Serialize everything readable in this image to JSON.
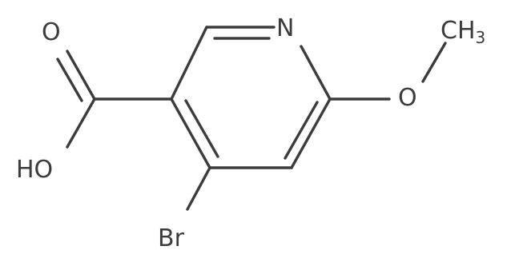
{
  "molecule": {
    "atoms": {
      "nitrogen": "N",
      "methyl_c": "CH",
      "methyl_sub": "3",
      "methoxy_o": "O",
      "carbonyl_o": "O",
      "hydroxyl": "HO",
      "bromine": "Br"
    },
    "bond_color": "#3c3c3c",
    "label_color": "#3c3c3c"
  }
}
